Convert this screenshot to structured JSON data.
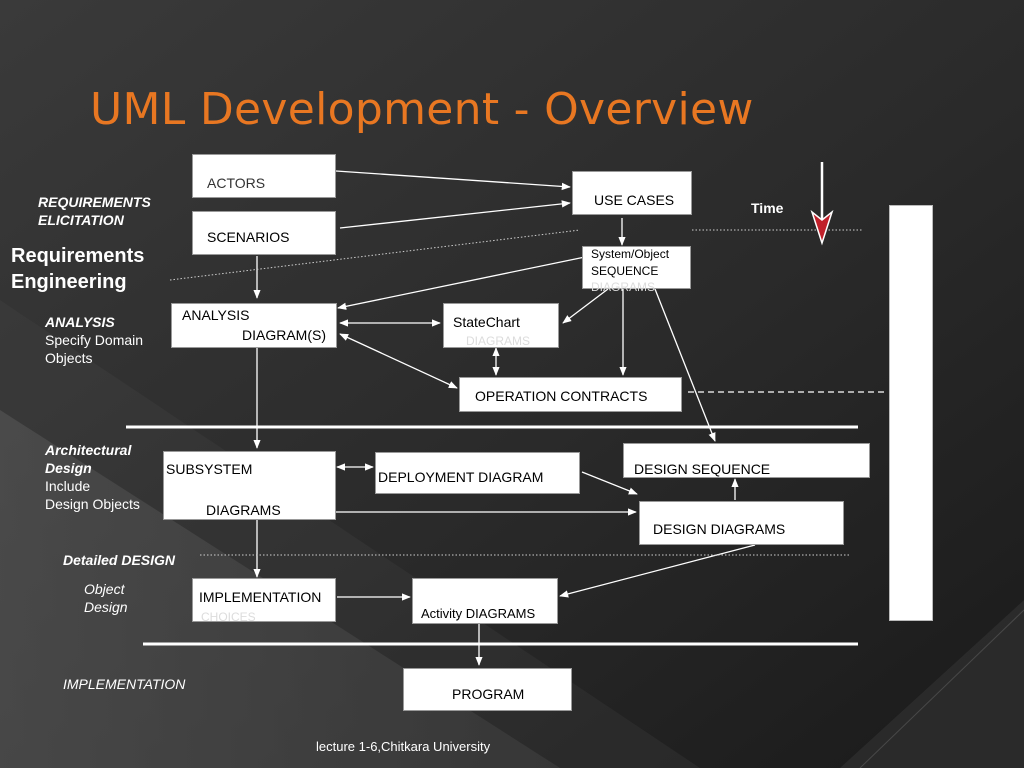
{
  "slide": {
    "title": "UML Development - Overview",
    "footer": "lecture 1-6,Chitkara University"
  },
  "phases": {
    "requirements_elicitation": "REQUIREMENTS ELICITATION",
    "requirements_engineering_1": "Requirements",
    "requirements_engineering_2": "Engineering",
    "analysis": "ANALYSIS",
    "analysis_sub_1": "Specify Domain",
    "analysis_sub_2": "Objects",
    "architectural_1": "Architectural",
    "architectural_2": "Design",
    "architectural_sub_1": "Include",
    "architectural_sub_2": "Design Objects",
    "detailed_design": "Detailed DESIGN",
    "object_design_1": "Object",
    "object_design_2": "Design",
    "implementation": "IMPLEMENTATION"
  },
  "requirements_elicitation_lines": [
    "REQUIREMENTS",
    "ELICITATION"
  ],
  "time_label": "Time",
  "boxes": {
    "actors": "ACTORS",
    "use_cases": "USE CASES",
    "scenarios": "SCENARIOS",
    "sequence_1": "System/Object",
    "sequence_2": "SEQUENCE",
    "sequence_3": "DIAGRAMS",
    "analysis_1": "ANALYSIS",
    "analysis_2": "DIAGRAM(S)",
    "statechart_1": "StateChart",
    "statechart_2": "DIAGRAMS",
    "operation_contracts": "OPERATION CONTRACTS",
    "subsystem_1": "SUBSYSTEM",
    "subsystem_2": "DIAGRAMS",
    "deployment": "DEPLOYMENT DIAGRAM",
    "design_sequence": "DESIGN SEQUENCE",
    "design_diagrams": "DESIGN  DIAGRAMS",
    "implementation_1": "IMPLEMENTATION",
    "implementation_2": "CHOICES",
    "activity": "Activity DIAGRAMS",
    "program": "PROGRAM"
  }
}
